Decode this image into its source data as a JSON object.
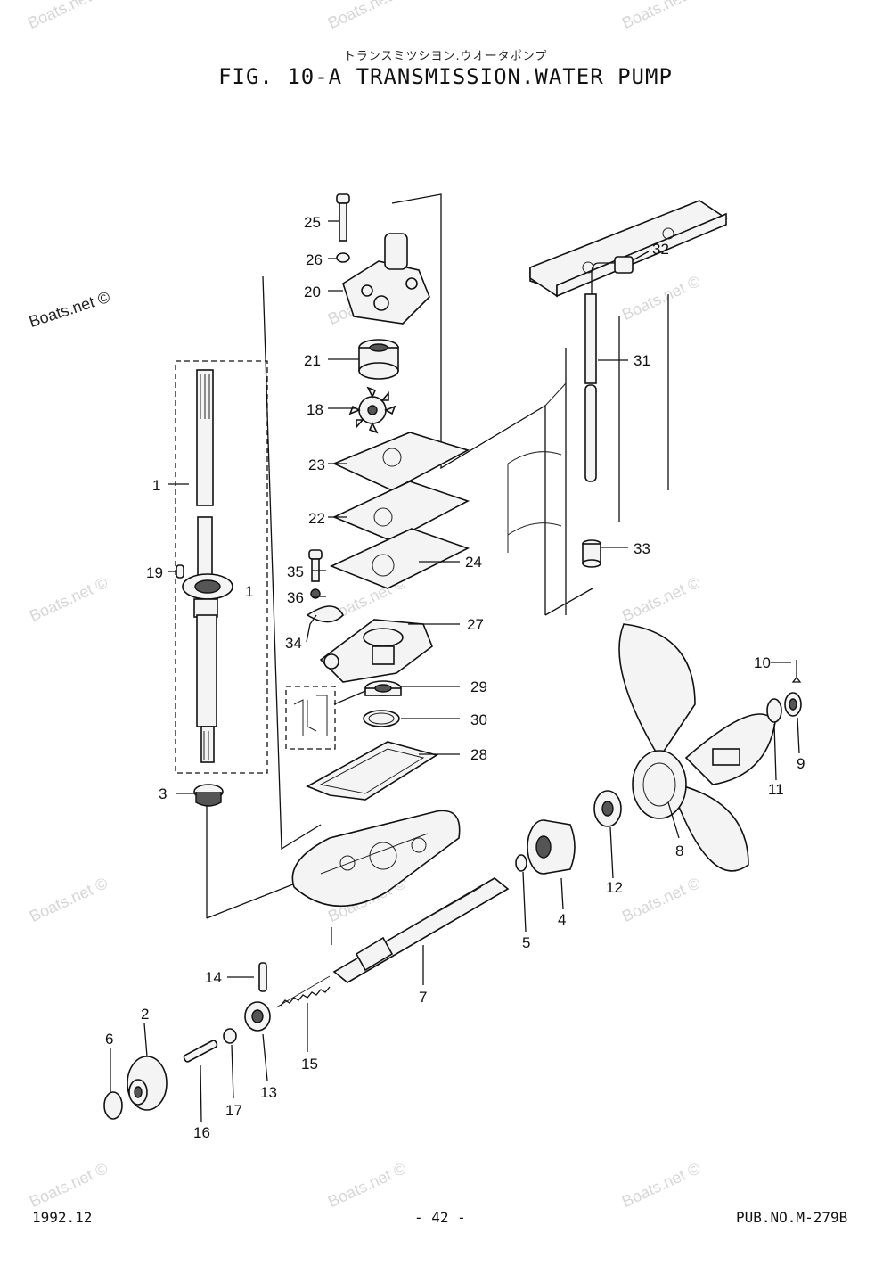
{
  "header": {
    "jp_title": "トランスミツシヨン.ウオータポンプ",
    "title": "FIG. 10-A TRANSMISSION.WATER PUMP"
  },
  "footer": {
    "date": "1992.12",
    "page": "- 42 -",
    "pub_no": "PUB.NO.M-279B"
  },
  "watermark": "Boats.net ©",
  "callouts": [
    "1",
    "1",
    "2",
    "3",
    "4",
    "5",
    "6",
    "7",
    "8",
    "9",
    "10",
    "11",
    "12",
    "13",
    "14",
    "15",
    "16",
    "17",
    "18",
    "19",
    "20",
    "21",
    "22",
    "23",
    "24",
    "25",
    "26",
    "27",
    "28",
    "29",
    "30",
    "31",
    "32",
    "33",
    "34",
    "35",
    "36"
  ]
}
